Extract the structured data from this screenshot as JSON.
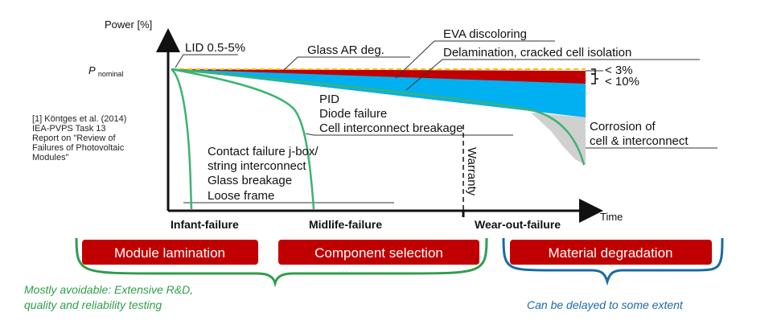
{
  "axis": {
    "y_label": "Power [%]",
    "x_label": "Time",
    "p_nominal_main": "P",
    "p_nominal_sub": "nominal"
  },
  "reference": [
    "[1] Köntges et al. (2014)",
    "IEA-PVPS Task 13",
    "Report on  \"Review of",
    "Failures of Photovoltaic",
    "Modules\""
  ],
  "labels": {
    "lid": "LID 0.5-5%",
    "glass_ar": "Glass AR deg.",
    "eva": "EVA discoloring",
    "delamination": "Delamination, cracked cell isolation",
    "lt3": "< 3%",
    "lt10": "< 10%",
    "midlife": [
      "PID",
      "Diode failure",
      "Cell interconnect breakage"
    ],
    "infant": [
      "Contact failure j-box/",
      "string interconnect",
      "Glass breakage",
      "Loose frame"
    ],
    "warranty": "Warranty",
    "corrosion": [
      "Corrosion of",
      "cell & interconnect"
    ]
  },
  "phases": [
    "Infant-failure",
    "Midlife-failure",
    "Wear-out-failure"
  ],
  "buttons": [
    "Module lamination",
    "Component selection",
    "Material degradation"
  ],
  "notes": {
    "avoidable": [
      "Mostly avoidable: Extensive R&D,",
      "quality and reliability testing"
    ],
    "delayed": "Can be delayed to some extent"
  },
  "colors": {
    "red_band": "#c00000",
    "blue_band": "#00b0f0",
    "yellow_dash": "#ffc000",
    "green_curve": "#3cb371",
    "gray_band": "#d0d0d0",
    "button_fill": "#c00000",
    "brace_green": "#2e9e4a",
    "brace_blue": "#1a6aa8"
  }
}
